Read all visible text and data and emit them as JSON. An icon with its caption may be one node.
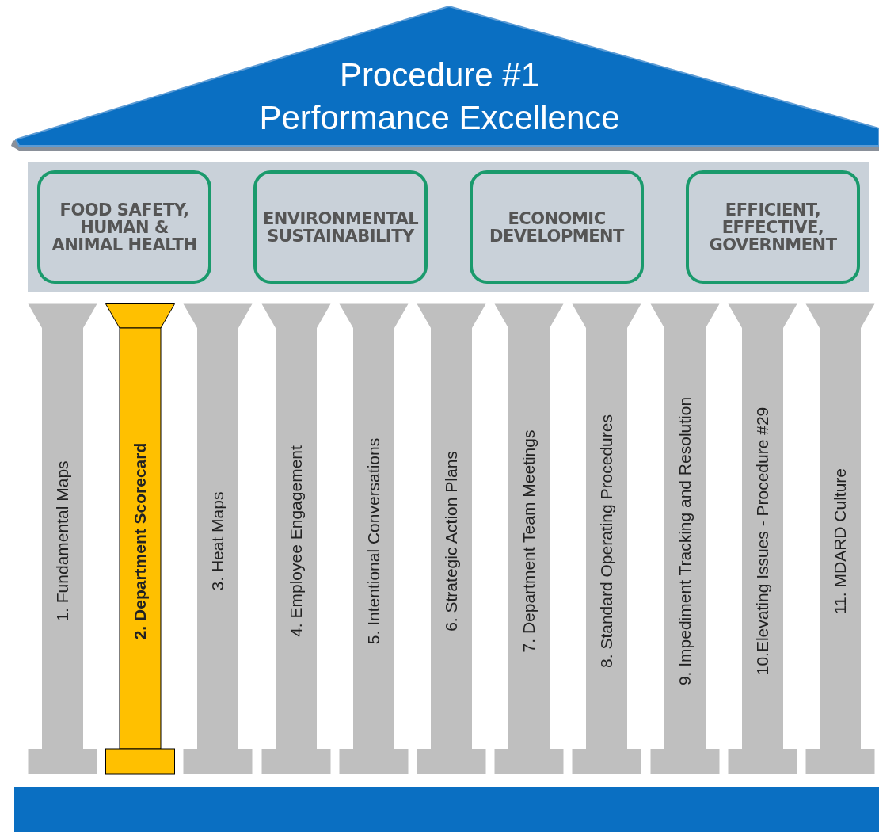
{
  "diagram": {
    "nodes": [
      {
        "text": [
          "Procedure #1 Performance Excellence"
        ]
      },
      {
        "text": [],
        "shape": "box"
      },
      {
        "text": [
          "FOOD SAFETY, HUMAN & ANIMAL HEALTH"
        ],
        "in": 1
      },
      {
        "text": [
          "ENVIRONMENTAL SUSTAINABILITY"
        ],
        "in": 1
      },
      {
        "text": [
          "ECONOMIC DEVELOPMENT"
        ],
        "in": 1
      },
      {
        "text": [
          "EFFICIENT, EFFECTIVE, GOVERNMENT"
        ],
        "in": 1
      },
      {
        "text": [
          "1. Fundamental Maps"
        ]
      },
      {
        "text": [
          "2. Department Scorecard"
        ]
      },
      {
        "text": [
          "3. Heat Maps"
        ]
      },
      {
        "text": [
          "4. Employee Engagement"
        ]
      },
      {
        "text": [
          "5. Intentional Conversations"
        ]
      },
      {
        "text": [
          "6. Strategic Action Plans"
        ]
      },
      {
        "text": [
          "7. Department Team Meetings"
        ]
      },
      {
        "text": [
          "8. Standard Operating Procedures"
        ]
      },
      {
        "text": [
          "9. Impediment Tracking and Resolution"
        ]
      },
      {
        "text": [
          "10.Elevating Issues - Procedure #29"
        ]
      },
      {
        "text": [
          "11. MDARD Culture"
        ]
      },
      {
        "text": [],
        "shape": "bar"
      }
    ],
    "edges": []
  }
}
